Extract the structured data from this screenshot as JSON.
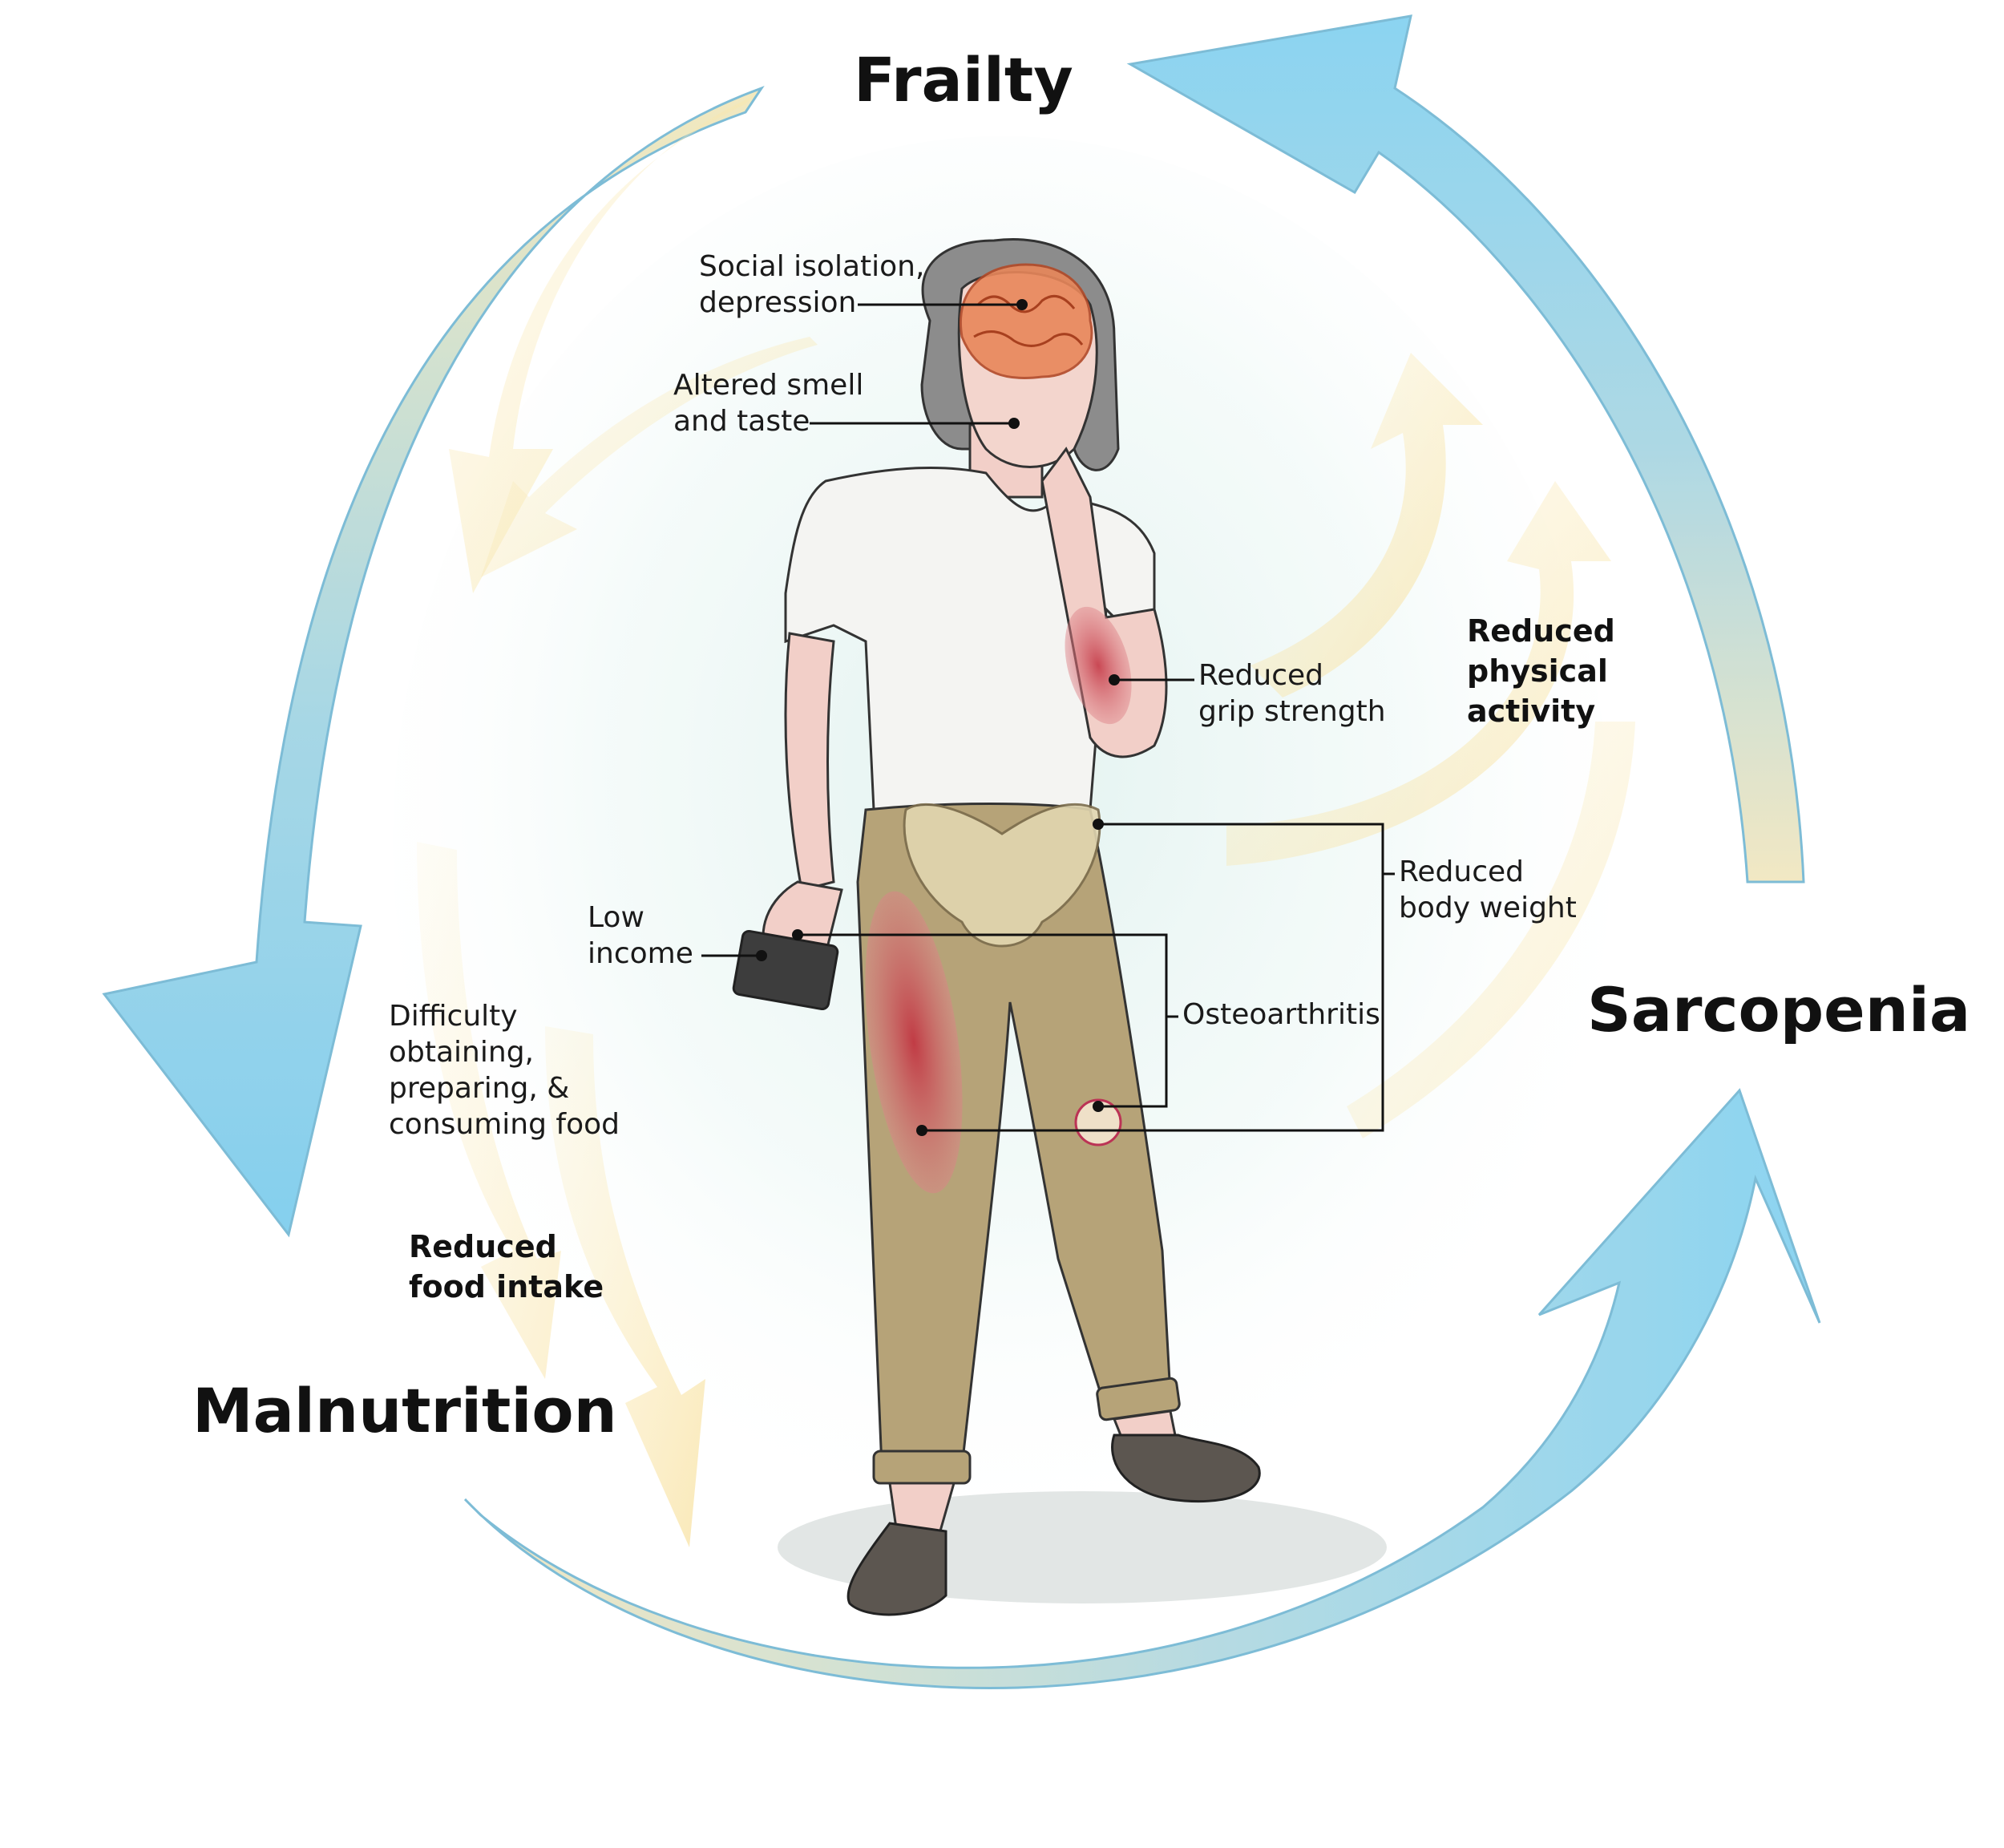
{
  "titles": {
    "frailty": "Frailty",
    "sarcopenia": "Sarcopenia",
    "malnutrition": "Malnutrition"
  },
  "labels": {
    "social": "Social isolation,\ndepression",
    "smell": "Altered smell\nand taste",
    "grip": "Reduced\ngrip strength",
    "weight": "Reduced\nbody weight",
    "osteo": "Osteoarthritis",
    "income": "Low\nincome",
    "difficulty": "Difficulty\nobtaining,\npreparing, &\nconsuming food"
  },
  "bold_labels": {
    "activity": "Reduced\nphysical\nactivity",
    "food": "Reduced\nfood intake"
  },
  "colors": {
    "cycle_arrow": "#7fcdec",
    "inner_arrow": "#f7e3a3",
    "shirt": "#f4f4f2",
    "pants": "#b6a378",
    "skin": "#f2cfc8",
    "hair": "#8a8a8a",
    "shoe": "#5c5650",
    "muscle": "#c8384a",
    "brain": "#e8875a"
  }
}
